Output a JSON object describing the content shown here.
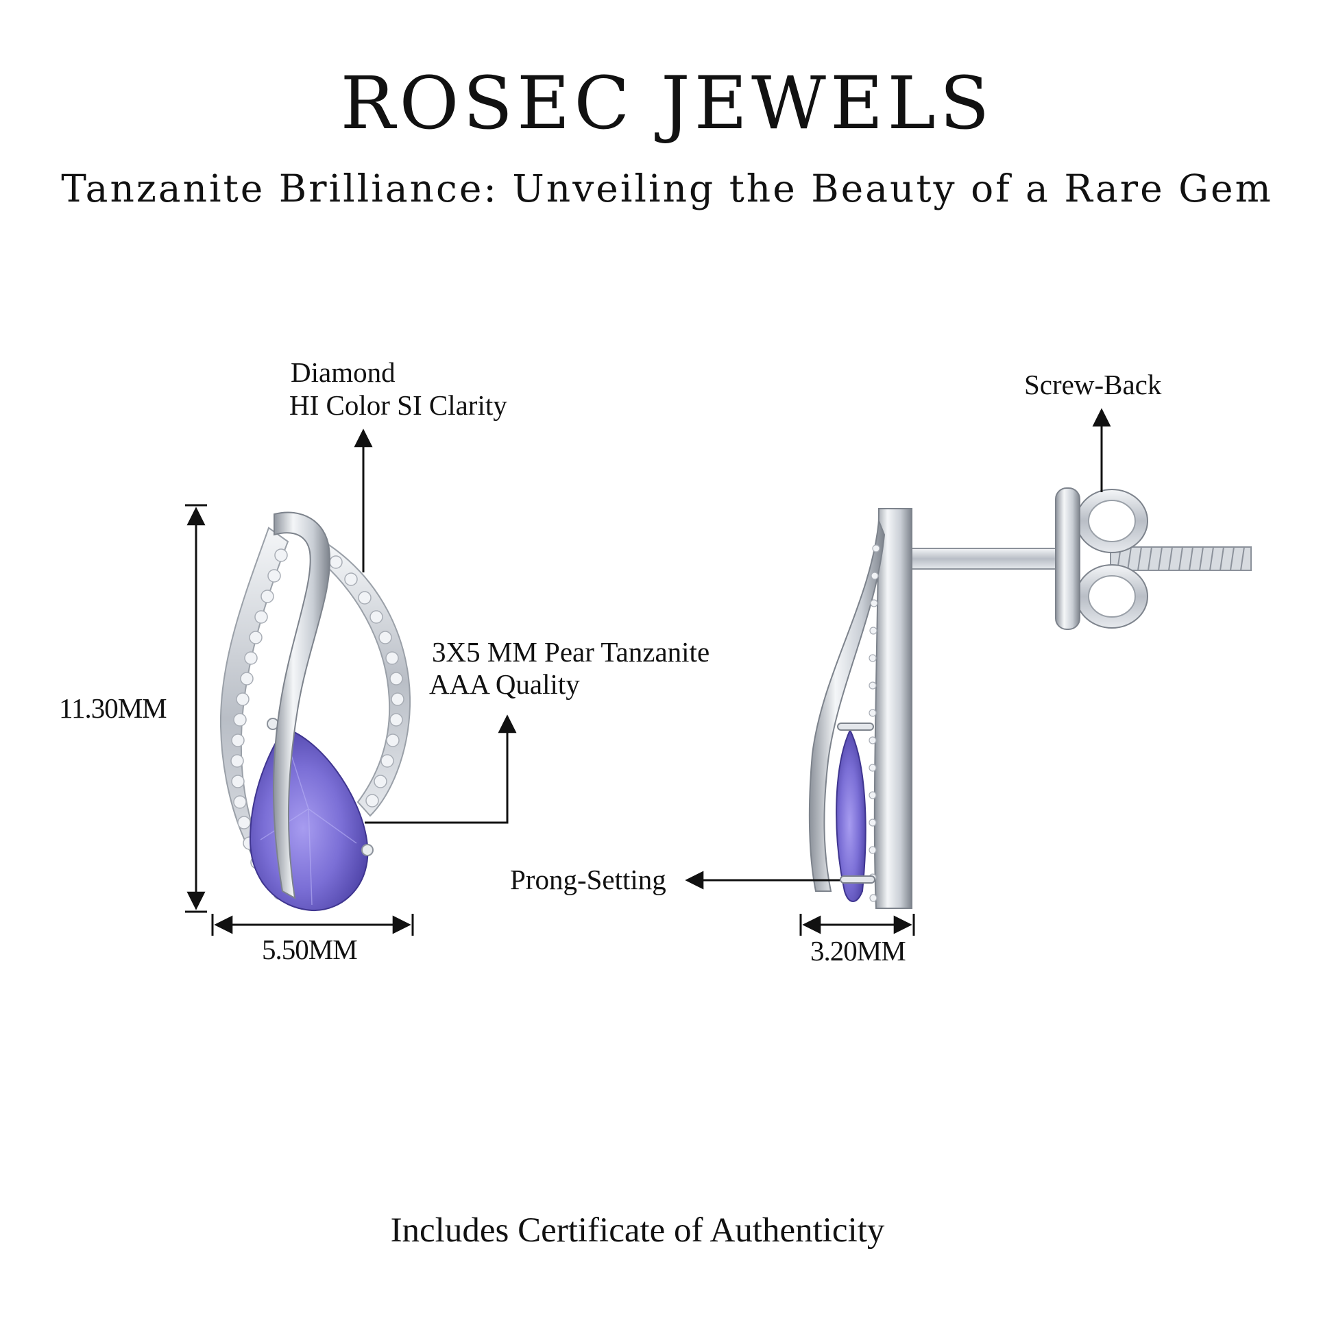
{
  "brand": "ROSEC JEWELS",
  "tagline": "Tanzanite Brilliance: Unveiling the Beauty of a Rare Gem",
  "front_view": {
    "diamond_label": "Diamond",
    "diamond_grade": "HI Color SI Clarity",
    "gem_label": "3X5 MM Pear Tanzanite",
    "gem_quality": "AAA Quality",
    "height": "11.30MM",
    "width": "5.50MM"
  },
  "side_view": {
    "back_label": "Screw-Back",
    "setting_label": "Prong-Setting",
    "depth": "3.20MM"
  },
  "footer": "Includes Certificate of Authenticity",
  "colors": {
    "metal": "#d9dde3",
    "metal_shadow": "#8c929b",
    "tanzanite": "#7b6fd6",
    "diamond": "#f1f3f6",
    "ink": "#111111"
  }
}
